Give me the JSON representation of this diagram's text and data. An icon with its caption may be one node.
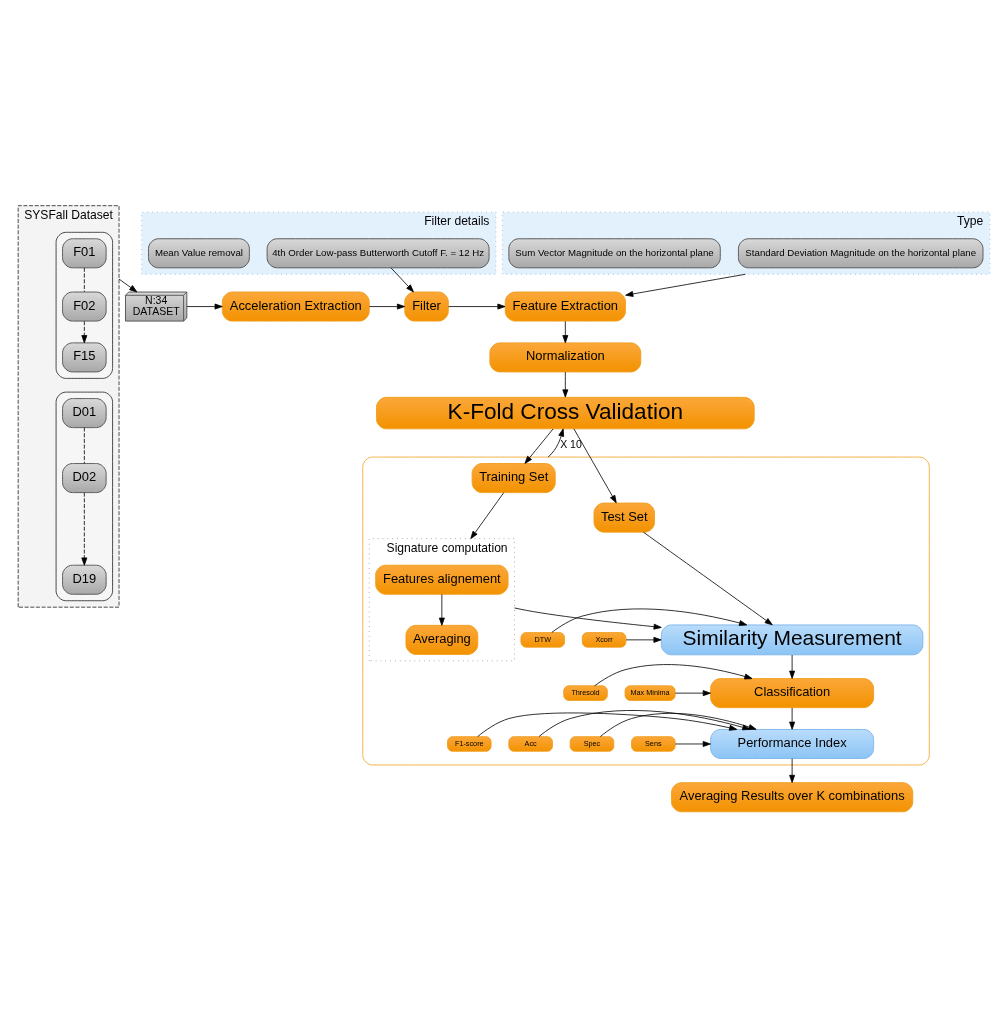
{
  "diagram": {
    "nodes": [
      {
        "text": [
          "SYSFall Dataset"
        ]
      },
      {
        "text": [],
        "shape": "box",
        "in": 0
      },
      {
        "text": [
          "F01"
        ],
        "in": 1
      },
      {
        "text": [
          "F02"
        ],
        "in": 1
      },
      {
        "text": [
          "F15"
        ],
        "in": 1
      },
      {
        "text": [],
        "shape": "box",
        "in": 0
      },
      {
        "text": [
          "D01"
        ],
        "in": 5
      },
      {
        "text": [
          "D02"
        ],
        "in": 5
      },
      {
        "text": [
          "D19"
        ],
        "in": 5
      },
      {
        "text": [
          "N:34",
          "DATASET"
        ]
      },
      {
        "text": [
          "Filter details"
        ]
      },
      {
        "text": [
          "4th Order Low-pass Butterworth Cutoff F. = 12 Hz"
        ],
        "in": 10
      },
      {
        "text": [
          "Mean Value removal"
        ],
        "in": 10
      },
      {
        "text": [
          "Type"
        ]
      },
      {
        "text": [
          "Standard Deviation Magnitude on the horizontal plane"
        ],
        "in": 13
      },
      {
        "text": [
          "Sum Vector Magnitude on the horizontal plane"
        ],
        "in": 13
      },
      {
        "text": [
          "Acceleration Extraction"
        ]
      },
      {
        "text": [
          "Filter"
        ]
      },
      {
        "text": [
          "Feature Extraction"
        ]
      },
      {
        "text": [
          "Normalization"
        ]
      },
      {
        "text": [
          "K-Fold Cross Validation"
        ]
      },
      {
        "text": [],
        "shape": "box"
      },
      {
        "text": [
          "Training Set"
        ],
        "in": 21
      },
      {
        "text": [
          "Test Set"
        ],
        "in": 21
      },
      {
        "text": [
          "Signature computation"
        ],
        "in": 21
      },
      {
        "text": [
          "Features alignement"
        ],
        "in": 24
      },
      {
        "text": [
          "Averaging"
        ],
        "in": 24
      },
      {
        "text": [
          "Xcorr"
        ],
        "in": 21
      },
      {
        "text": [
          "DTW"
        ],
        "in": 21
      },
      {
        "text": [
          "Similarity Measurement"
        ],
        "in": 21
      },
      {
        "text": [
          "Max Minima"
        ],
        "in": 21
      },
      {
        "text": [
          "Thresold"
        ],
        "in": 21
      },
      {
        "text": [
          "Classification"
        ],
        "in": 21
      },
      {
        "text": [
          "Sens"
        ],
        "in": 21
      },
      {
        "text": [
          "Spec"
        ],
        "in": 21
      },
      {
        "text": [
          "Acc"
        ],
        "in": 21
      },
      {
        "text": [
          "F1-score"
        ],
        "in": 21
      },
      {
        "text": [
          "Performance Index"
        ],
        "in": 21
      },
      {
        "text": [
          "Averaging Results over K combinations"
        ]
      }
    ],
    "edges": [
      {
        "from": 0,
        "to": 9,
        "arrow": "to"
      },
      {
        "from": 2,
        "to": 3,
        "arrow": "none",
        "style": "dashed"
      },
      {
        "from": 3,
        "to": 4,
        "arrow": "to",
        "style": "dashed"
      },
      {
        "from": 6,
        "to": 7,
        "arrow": "none",
        "style": "dashed"
      },
      {
        "from": 7,
        "to": 8,
        "arrow": "to",
        "style": "dashed"
      },
      {
        "from": 9,
        "to": 16,
        "arrow": "to"
      },
      {
        "from": 16,
        "to": 17,
        "arrow": "to"
      },
      {
        "from": 11,
        "to": 17,
        "arrow": "to"
      },
      {
        "from": 17,
        "to": 18,
        "arrow": "to"
      },
      {
        "from": 13,
        "to": 18,
        "arrow": "to"
      },
      {
        "from": 18,
        "to": 19,
        "arrow": "to"
      },
      {
        "from": 19,
        "to": 20,
        "arrow": "to"
      },
      {
        "from": 21,
        "to": 20,
        "arrow": "to",
        "label": "X 10"
      },
      {
        "from": 20,
        "to": 22,
        "arrow": "to"
      },
      {
        "from": 20,
        "to": 23,
        "arrow": "to"
      },
      {
        "from": 22,
        "to": 24,
        "arrow": "to"
      },
      {
        "from": 25,
        "to": 26,
        "arrow": "to"
      },
      {
        "from": 24,
        "to": 29,
        "arrow": "to"
      },
      {
        "from": 23,
        "to": 29,
        "arrow": "to"
      },
      {
        "from": 27,
        "to": 29,
        "arrow": "to"
      },
      {
        "from": 28,
        "to": 29,
        "arrow": "to"
      },
      {
        "from": 29,
        "to": 32,
        "arrow": "to"
      },
      {
        "from": 30,
        "to": 32,
        "arrow": "to"
      },
      {
        "from": 31,
        "to": 32,
        "arrow": "to"
      },
      {
        "from": 32,
        "to": 37,
        "arrow": "to"
      },
      {
        "from": 33,
        "to": 37,
        "arrow": "to"
      },
      {
        "from": 34,
        "to": 37,
        "arrow": "to"
      },
      {
        "from": 35,
        "to": 37,
        "arrow": "to"
      },
      {
        "from": 36,
        "to": 37,
        "arrow": "to"
      },
      {
        "from": 37,
        "to": 38,
        "arrow": "to"
      }
    ]
  }
}
